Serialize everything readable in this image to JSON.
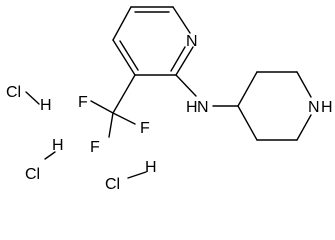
{
  "molecule": {
    "atoms": {
      "ring_n": "N",
      "amine_n": "N",
      "amine_h": "H",
      "pip_n": "N",
      "pip_h": "H",
      "f_left": "F",
      "f_right": "F",
      "f_bottom": "F"
    },
    "salts": [
      {
        "cl": "Cl",
        "h": "H"
      },
      {
        "cl": "Cl",
        "h": "H"
      },
      {
        "cl": "Cl",
        "h": "H"
      }
    ]
  },
  "colors": {
    "ink": "#000000",
    "background": "#ffffff"
  }
}
